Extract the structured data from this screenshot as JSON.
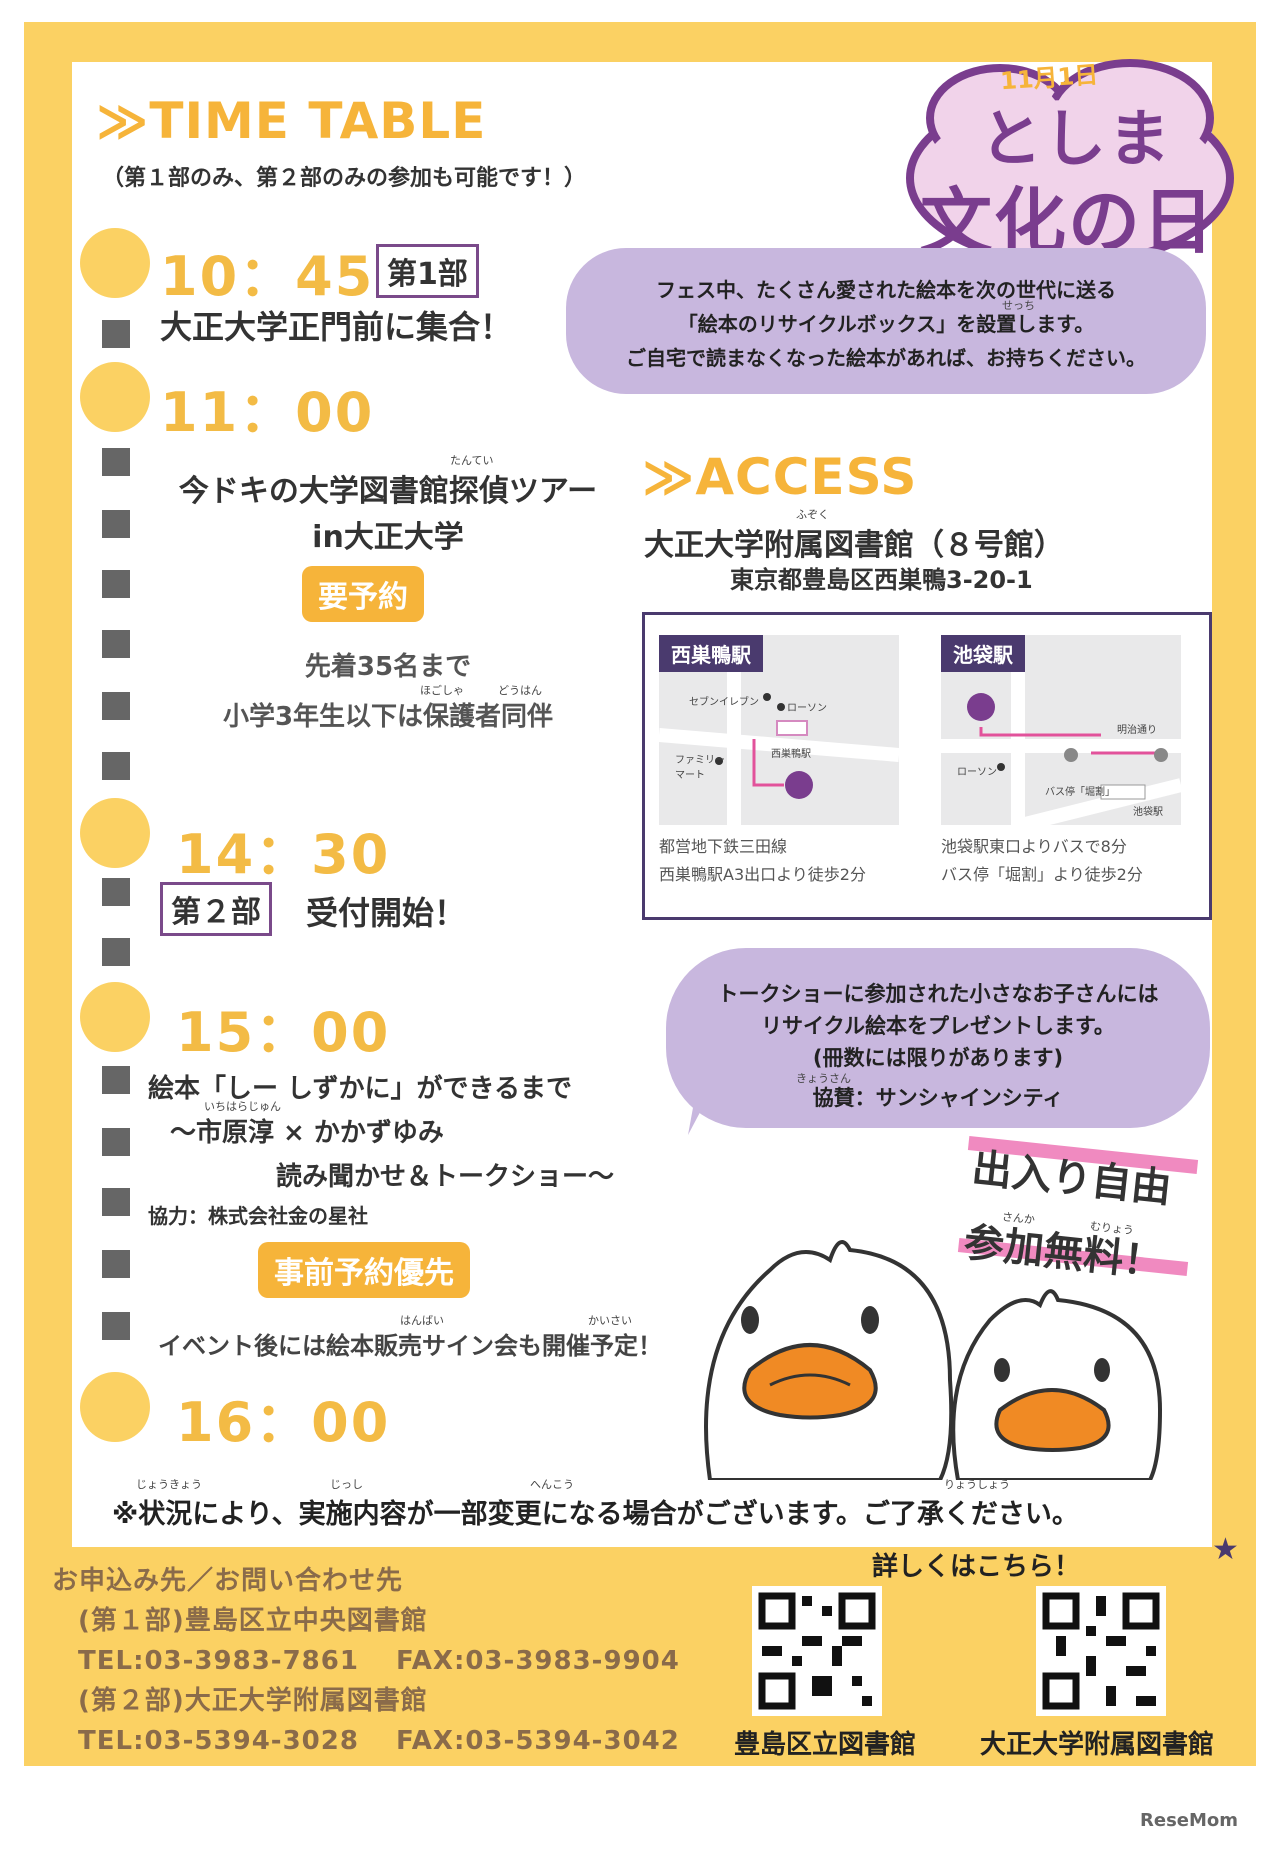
{
  "header": {
    "title": "≫TIME TABLE",
    "subtitle": "（第１部のみ、第２部のみの参加も可能です！）"
  },
  "logo": {
    "date": "11月1日",
    "line1": "としま",
    "line2": "文化の日"
  },
  "schedule": {
    "t1": "10：45",
    "part1_label": "第1部",
    "t1_text": "大正大学正門前に集合！",
    "t2": "11：00",
    "tour_line1": "今ドキの大学図書館探偵ツアー",
    "tour_line2": "in大正大学",
    "reserve_pill": "要予約",
    "cap_line1": "先着35名まで",
    "cap_line2": "小学3年生以下は保護者同伴",
    "t3": "14：30",
    "part2_label": "第２部",
    "t3_text": "受付開始！",
    "t4": "15：00",
    "talk_line1": "絵本「しー しずかに」ができるまで",
    "talk_line2": "〜市原淳 × かかずゆみ",
    "talk_line3": "読み聞かせ＆トークショー〜",
    "cooperation": "協力：株式会社金の星社",
    "priority_pill": "事前予約優先",
    "signing": "イベント後には絵本販売サイン会も開催予定！",
    "t5": "16：00"
  },
  "ruby": {
    "tantei": "たんてい",
    "setchi": "せっち",
    "hogosha": "ほごしゃ",
    "douhan": "どうはん",
    "fuzoku": "ふぞく",
    "ichiharajun": "いちはらじゅん",
    "kyousan": "きょうさん",
    "hanbai": "はんばい",
    "kaisai": "かいさい",
    "sanka": "さんか",
    "muryou": "むりょう",
    "joukyou": "じょうきょう",
    "jisshi": "じっし",
    "henkou": "へんこう",
    "ryoushou": "りょうしょう"
  },
  "bubble_top": {
    "line1": "フェス中、たくさん愛された絵本を次の世代に送る",
    "line2": "「絵本のリサイクルボックス」を設置します。",
    "line3": "ご自宅で読まなくなった絵本があれば、お持ちください。"
  },
  "access": {
    "title": "≫ACCESS",
    "place": "大正大学附属図書館（８号館）",
    "address": "東京都豊島区西巣鴨3-20-1"
  },
  "map": {
    "left_tag": "西巣鴨駅",
    "left_labels": [
      "セブンイレブン",
      "ローソン",
      "ファミリー\nマート",
      "西巣鴨駅"
    ],
    "left_caption1": "都営地下鉄三田線",
    "left_caption2": "西巣鴨駅A3出口より徒歩2分",
    "right_tag": "池袋駅",
    "right_labels": [
      "明治通り",
      "ローソン",
      "バス停「堀割」",
      "池袋駅"
    ],
    "right_caption1": "池袋駅東口よりバスで8分",
    "right_caption2": "バス停「堀割」より徒歩2分"
  },
  "bubble_bottom": {
    "line1": "トークショーに参加された小さなお子さんには",
    "line2": "リサイクル絵本をプレゼントします。",
    "line3": "(冊数には限りがあります)",
    "line4": "協賛：サンシャインシティ"
  },
  "free": {
    "line1": "出入り自由",
    "line2": "参加無料！"
  },
  "notice": "※状況により、実施内容が一部変更になる場合がございます。ご了承ください。",
  "contact": {
    "heading": "お申込み先／お問い合わせ先",
    "line1": "(第１部)豊島区立中央図書館",
    "line2": "TEL:03-3983-7861　 FAX:03-3983-9904",
    "line3": "(第２部)大正大学附属図書館",
    "line4": "TEL:03-5394-3028　 FAX:03-5394-3042"
  },
  "qr": {
    "heading": "詳しくはこちら！",
    "label1": "豊島区立図書館",
    "label2": "大正大学附属図書館"
  },
  "watermark": "ReseMom",
  "colors": {
    "frame_yellow": "#fbd163",
    "time_yellow": "#f3bb45",
    "pill_orange": "#f6b43a",
    "bubble_purple": "#c8b7de",
    "logo_purple": "#7a3d8e",
    "pink": "#f08ac0"
  }
}
